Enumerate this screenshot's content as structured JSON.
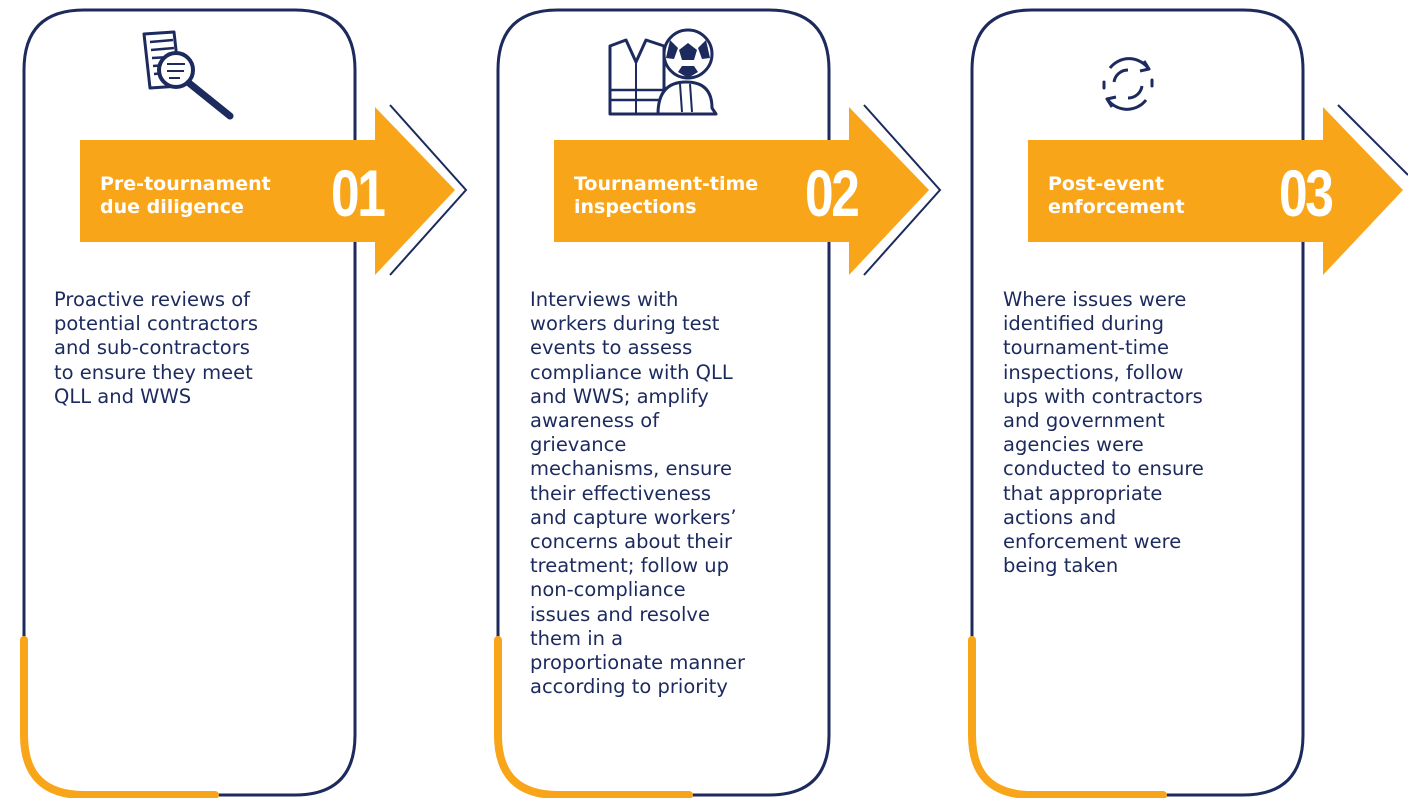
{
  "colors": {
    "navy": "#1c2a5e",
    "orange": "#f9a51a",
    "white": "#ffffff"
  },
  "steps": [
    {
      "icon": "document-search-icon",
      "label": [
        "Pre-tournament",
        "due diligence"
      ],
      "number": "01",
      "description": [
        "Proactive reviews of",
        "potential contractors",
        "and sub-contractors",
        "to ensure they meet",
        "QLL and WWS"
      ]
    },
    {
      "icon": "worker-vest-football-helmet-icon",
      "label": [
        "Tournament-time",
        "inspections"
      ],
      "number": "02",
      "description": [
        "Interviews with",
        "workers during test",
        "events to assess",
        "compliance with QLL",
        "and WWS; amplify",
        "awareness of",
        "grievance",
        "mechanisms, ensure",
        "their effectiveness",
        "and capture workers’",
        "concerns about their",
        "treatment; follow up",
        "non-compliance",
        "issues and resolve",
        "them in a",
        "proportionate manner",
        "according to priority"
      ]
    },
    {
      "icon": "cycle-arrows-icon",
      "label": [
        "Post-event",
        "enforcement"
      ],
      "number": "03",
      "description": [
        "Where issues were",
        "identified during",
        "tournament-time",
        "inspections, follow",
        "ups with contractors",
        "and government",
        "agencies were",
        "conducted to ensure",
        "that appropriate",
        "actions and",
        "enforcement were",
        "being taken"
      ]
    }
  ]
}
